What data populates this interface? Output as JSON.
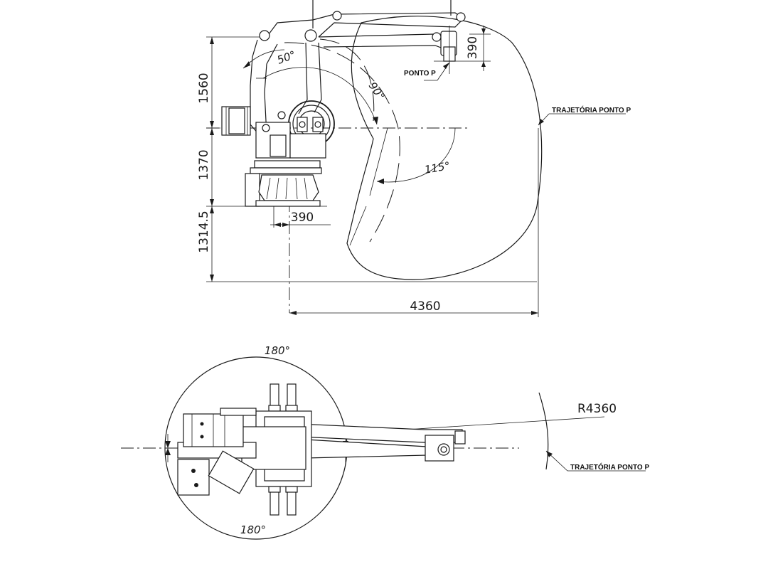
{
  "side_view": {
    "dimensions": {
      "height_upper": "1560",
      "height_middle": "1370",
      "height_lower": "1314.5",
      "base_offset": "390",
      "reach": "4360",
      "wrist_offset": "390"
    },
    "angles": {
      "arm_upper": "50°",
      "arm_middle": "90°",
      "arm_lower": "115°"
    },
    "labels": {
      "point": "PONTO P",
      "trajectory": "TRAJETÓRIA PONTO P"
    }
  },
  "top_view": {
    "angle_top": "180°",
    "angle_bottom": "180°",
    "radius": "R4360",
    "trajectory": "TRAJETÓRIA PONTO P"
  },
  "colors": {
    "line": "#1a1a1a",
    "background": "#ffffff"
  }
}
